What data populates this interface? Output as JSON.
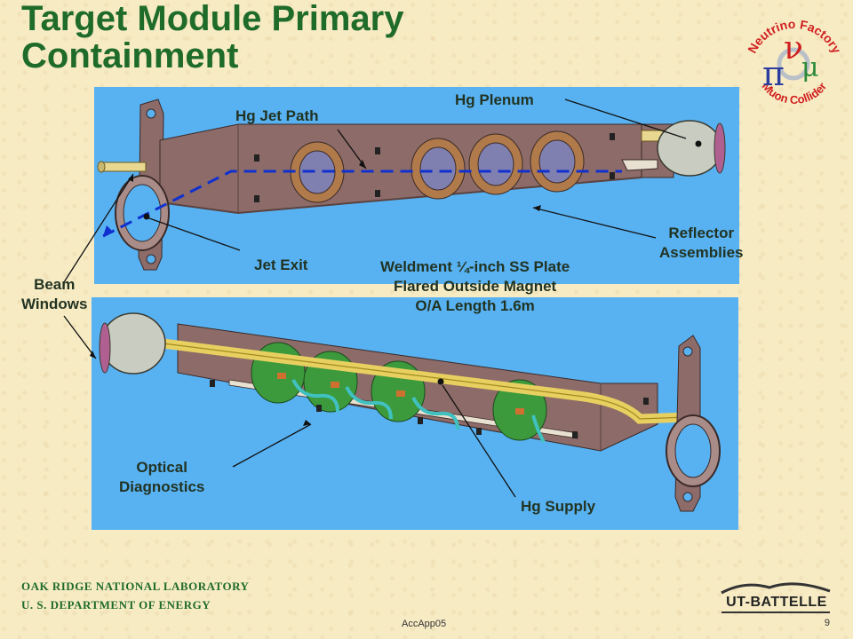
{
  "title": {
    "line1": "Target Module Primary",
    "line2": "Containment"
  },
  "logo": {
    "top_text": "Neutrino Factory",
    "bottom_text": "Muon Collider"
  },
  "labels": {
    "hg_plenum": "Hg Plenum",
    "hg_jet_path": "Hg Jet Path",
    "reflector_1": "Reflector",
    "reflector_2": "Assemblies",
    "jet_exit": "Jet Exit",
    "weldment_1": "Weldment ¼-inch SS Plate",
    "weldment_2": "Flared Outside Magnet",
    "weldment_3": "O/A Length 1.6m",
    "beam_1": "Beam",
    "beam_2": "Windows",
    "optical_1": "Optical",
    "optical_2": "Diagnostics",
    "hg_supply": "Hg Supply"
  },
  "footer": {
    "org_line1": "OAK RIDGE NATIONAL LABORATORY",
    "org_line2": "U. S. DEPARTMENT OF ENERGY",
    "center": "AccApp05",
    "page": "9",
    "brand": "UT-BATTELLE"
  },
  "colors": {
    "title": "#1f6b2a",
    "panel": "#58b2f2",
    "plate": "#8c6b68",
    "flange": "#b07a4a",
    "jet_path": "#1030d0",
    "background": "#f7ebc4"
  }
}
